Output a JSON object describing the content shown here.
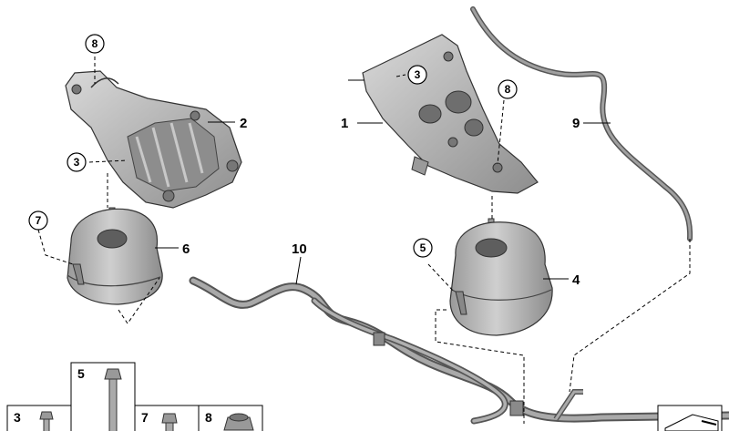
{
  "colors": {
    "part_fill": "#b5b5b5",
    "part_dark": "#8a8a8a",
    "part_light": "#d6d6d6",
    "hose": "#7d7d7d",
    "line": "#000000"
  },
  "callouts": {
    "c1": "1",
    "c2": "2",
    "c3a": "3",
    "c3b": "3",
    "c4": "4",
    "c5": "5",
    "c6": "6",
    "c7": "7",
    "c8a": "8",
    "c8b": "8",
    "c9": "9",
    "c10": "10"
  },
  "thumbnails": {
    "t3": "3",
    "t5": "5",
    "t7": "7",
    "t8": "8"
  }
}
